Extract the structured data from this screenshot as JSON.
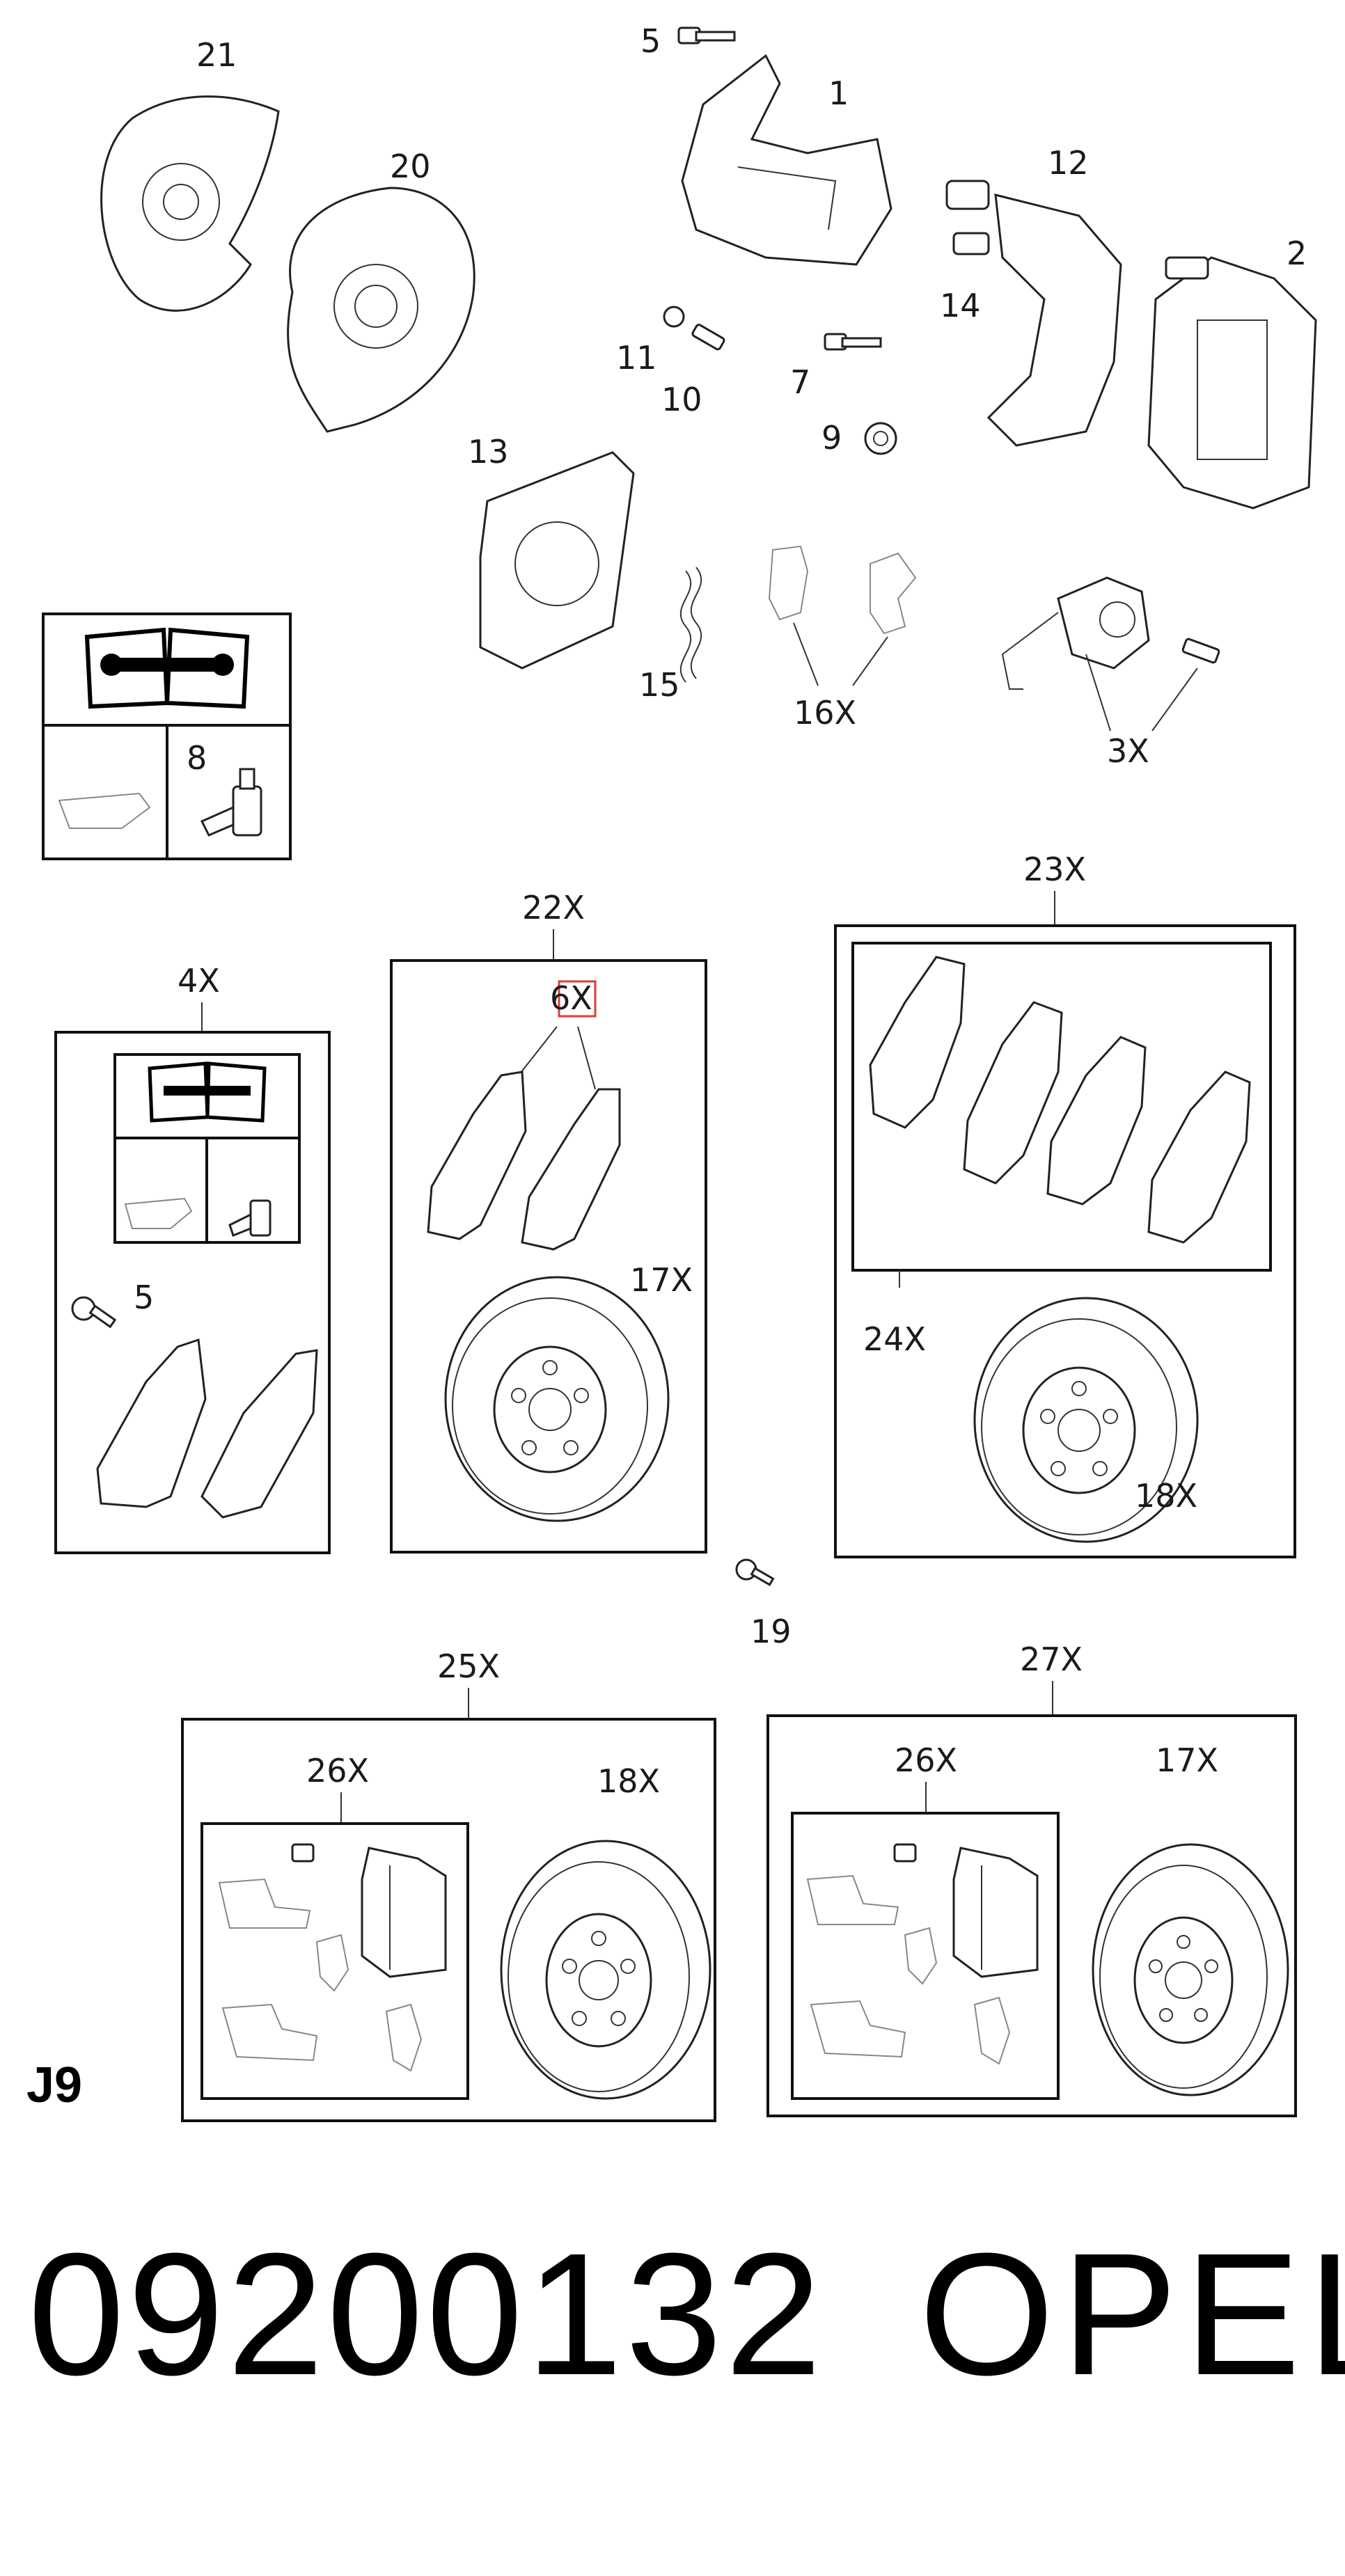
{
  "diagram": {
    "group_code": "J9",
    "part_number": "09200132",
    "brand": "OPEL",
    "labels": {
      "l21": "21",
      "l5_top": "5",
      "l1": "1",
      "l20": "20",
      "l12": "12",
      "l2": "2",
      "l14": "14",
      "l11": "11",
      "l10": "10",
      "l7": "7",
      "l9": "9",
      "l13": "13",
      "l15": "15",
      "l16x": "16X",
      "l3x": "3X",
      "l8": "8",
      "l4x": "4X",
      "l5_box": "5",
      "l22x": "22X",
      "l6x": "6X",
      "l17x_a": "17X",
      "l23x": "23X",
      "l24x": "24X",
      "l18x_a": "18X",
      "l19": "19",
      "l25x": "25X",
      "l26x_a": "26X",
      "l18x_b": "18X",
      "l27x": "27X",
      "l26x_b": "26X",
      "l17x_b": "17X"
    },
    "highlight_color": "#e53935"
  }
}
